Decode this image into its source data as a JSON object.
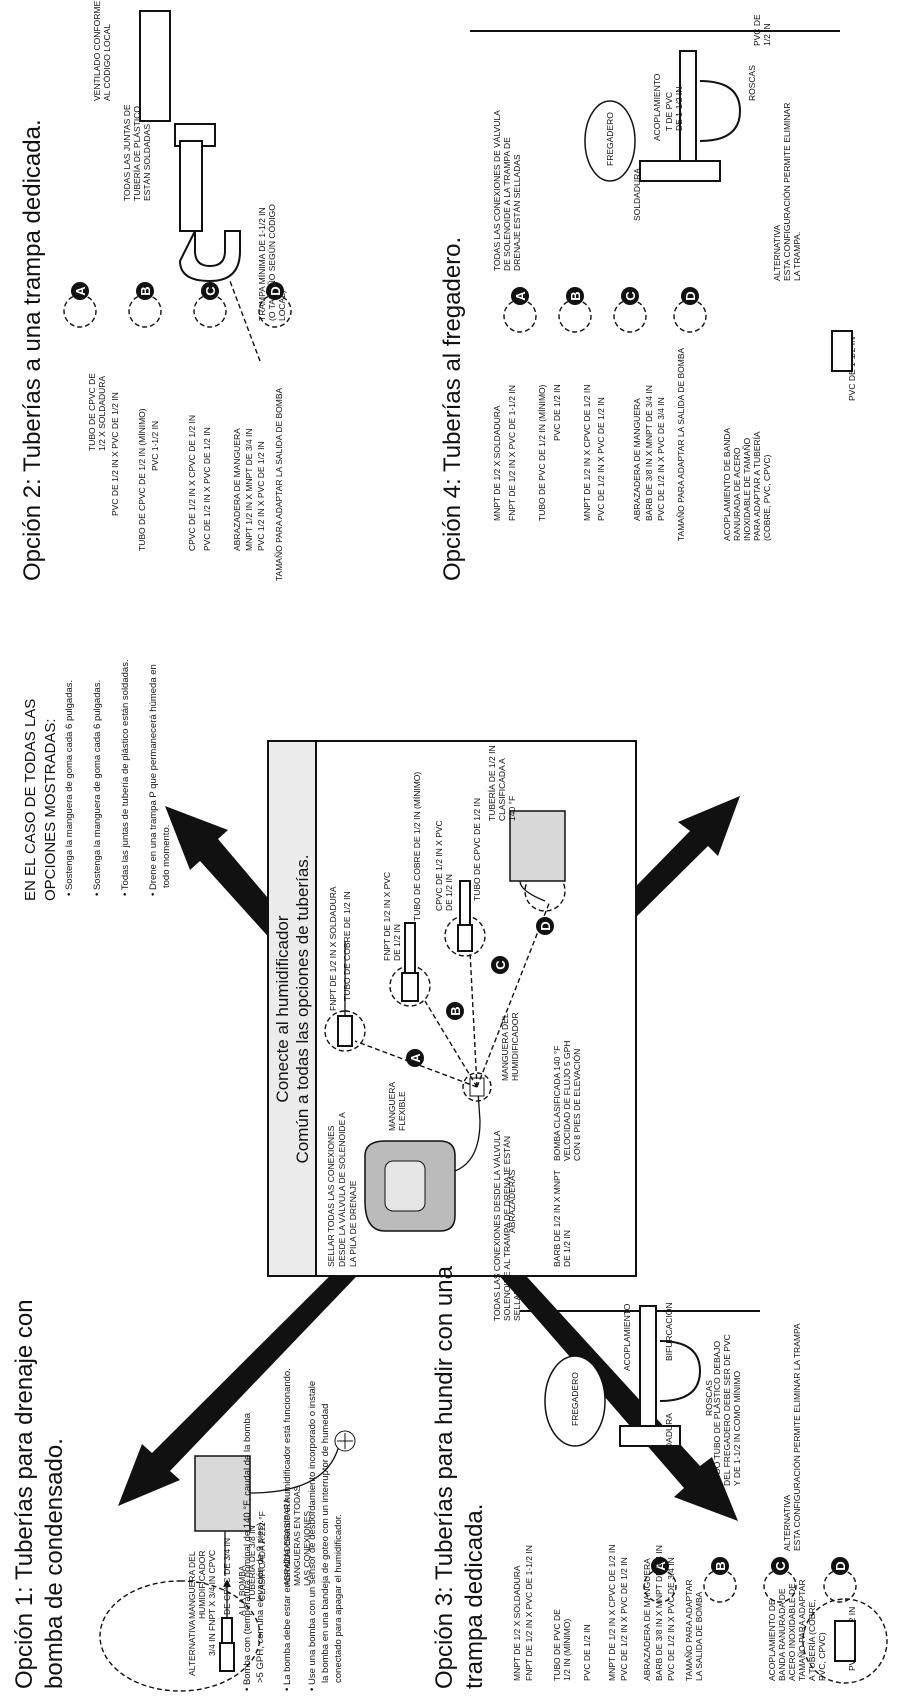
{
  "center": {
    "title_line1": "Conecte al humidificador",
    "title_line2": "Común a todas las opciones de tuberías.",
    "labels": {
      "sellar": [
        "SELLAR TODAS LAS CONEXIONES",
        "DESDE LA VÁLVULA DE SOLENOIDE A",
        "LA PILA DE DRENAJE"
      ],
      "manguera_flexible": [
        "MANGUERA",
        "FLEXIBLE"
      ],
      "abrazaderas": "ABRAZADERAS",
      "barb": [
        "BARB DE 1/2 IN X MNPT",
        "DE 1/2 IN"
      ],
      "bomba": [
        "BOMBA CLASIFICADA 140 °F",
        "VELOCIDAD DE FLUJO 5 GPH",
        "CON 8 PIES DE ELEVACIÓN"
      ],
      "manguera_hum": [
        "MANGUERA DEL",
        "HUMIDIFICADOR"
      ],
      "a1": "FNPT DE 1/2 IN X SOLDADURA",
      "a2": "TUBO DE COBRE DE 1/2 IN",
      "b1": [
        "FNPT DE 1/2 IN X PVC",
        "DE 1/2 IN"
      ],
      "b2": "TUBO DE COBRE DE 1/2 IN (MÍNIMO)",
      "c1": [
        "CPVC DE 1/2 IN X PVC",
        "DE 1/2 IN"
      ],
      "c2": "TUBO DE CPVC DE 1/2 IN",
      "d1": [
        "TUBERÍA DE 1/2 IN",
        "CLASIFICADA A",
        "140 °F"
      ]
    }
  },
  "notes": {
    "title_line1": "EN EL CASO DE TODAS LAS",
    "title_line2": "OPCIONES MOSTRADAS:",
    "bullets": [
      "Sostenga la manguera de goma cada 6 pulgadas.",
      "Sostenga la manguera de goma cada 6 pulgadas.",
      "Todas las juntas de tubería de plástico están soldadas.",
      "Drene en una trampa P que permanecerá húmeda en",
      "todo momento."
    ]
  },
  "option1": {
    "title_line1": "Opción 1: Tuberías para drenaje con",
    "title_line2": "bomba de condensado.",
    "labels": {
      "tuberia": [
        "TUBERÍA DE 3/8 IN",
        "CLASIFICADA A 212 °F"
      ],
      "manguera": [
        "MANGUERA DEL",
        "HUMIDIFICADOR"
      ],
      "alternativa": "ALTERNATIVA",
      "fnpt": "3/4 IN FNPT X 3/4 IN CPVC",
      "tubo": "TUBO DE CPVC DE 3/4 IN",
      "bomba": "A LA BOMBA",
      "abrazaderas": [
        "ABRAZADERAS PARA",
        "MANGUERAS EN TODAS",
        "LAS CONEXIONES"
      ]
    },
    "bullets": [
      "Bomba con (temperatura nominal de 140 °F, caudal de la bomba",
      ">5 GPH, con una elevación de 9 pies).",
      "La bomba debe estar encendida cuando el humidificador está funcionando.",
      "Use una bomba con un sensor de desbordamiento incorporado o instale",
      "la bomba en una bandeja de goteo con un interruptor de humedad",
      "conectado para apagar el humidificador."
    ]
  },
  "option2": {
    "title": "Opción 2: Tuberías a una trampa dedicada.",
    "labels": {
      "ventilado": [
        "VENTILADO CONFORME",
        "AL CÓDIGO LOCAL"
      ],
      "juntas": [
        "TODAS LAS JUNTAS DE",
        "TUBERÍA DE PLÁSTICO",
        "ESTÁN SOLDADAS"
      ],
      "trampa": [
        "TRAMPA MÍNIMA DE 1-1/2 IN",
        "(O TAMAÑO SEGÚN CÓDIGO",
        "LOCAL)"
      ],
      "a": [
        "TUBO DE CPVC DE",
        "1/2 X SOLDADURA"
      ],
      "a2": "PVC DE 1/2 IN X PVC DE 1/2 IN",
      "b": "TUBO DE CPVC DE 1/2 IN (MÍNIMO)",
      "b2": "PVC 1-1/2 IN",
      "c": "CPVC DE 1/2 IN X CPVC DE 1/2 IN",
      "c2": "PVC DE 1/2 IN X PVC DE 1/2 IN",
      "d1": "ABRAZADERA DE MANGUERA",
      "d2": "MNPT 1/2 IN X MNPT DE 3/4 IN",
      "d3": "PVC 1/2 IN X PVC DE 1/2 IN",
      "d4": "TAMAÑO PARA ADAPTAR LA SALIDA DE BOMBA"
    }
  },
  "option3": {
    "title_line1": "Opción 3: Tuberías para hundir con una",
    "title_line2": "trampa dedicada.",
    "labels": {
      "conexiones": [
        "TODAS LAS CONEXIONES DESDE LA VÁLVULA",
        "SOLENOIDE AL TRAMPA DE DRENAJE ESTÁN",
        "SELLADAS"
      ],
      "fregadero": "FREGADERO",
      "acoplamiento": "ACOPLAMIENTO",
      "soldadura": "SOLDADURA",
      "bifurcacion": "BIFURCACIÓN",
      "roscas": "ROSCAS",
      "todo_tubo": [
        "TODO TUBO DE PLÁSTICO DEBAJO",
        "DEL FREGADERO DEBE SER DE PVC",
        "Y DE 1-1/2 IN COMO MÍNIMO"
      ],
      "alternativa": [
        "ALTERNATIVA",
        "ESTA CONFIGURACIÓN PERMITE ELIMINAR LA TRAMPA"
      ],
      "pvc112": "PVC DE 1-1/2 IN",
      "a1": "MNPT DE 1/2 X SOLDADURA",
      "a2": "FNPT DE 1/2 IN X PVC DE 1-1/2 IN",
      "b1": [
        "TUBO DE PVC DE",
        "1/2 IN (MÍNIMO)"
      ],
      "b2": "PVC DE 1/2 IN",
      "c1": "MNPT DE 1/2 IN X CPVC DE 1/2 IN",
      "c2": "PVC DE 1/2 IN X PVC DE 1/2 IN",
      "d1": "ABRAZADERA DE MANGUERA",
      "d2": "BARB DE 3/8 IN X MNPT DE 3/4 IN",
      "d3": "PVC DE 1/2 IN X PVC DE 3/4 IN",
      "d4": [
        "TAMAÑO PARA ADAPTAR",
        "LA SALIDA DE BOMBA"
      ],
      "acople": [
        "ACOPLAMIENTO DE",
        "BANDA RANURADA DE",
        "ACERO INOXIDABLE DE",
        "TAMAÑO PARA ADAPTAR",
        "A TUBERÍA (COBRE,",
        "PVC, CPVC)"
      ]
    }
  },
  "option4": {
    "title": "Opción 4: Tuberías al fregadero.",
    "labels": {
      "conexiones": [
        "TODAS LAS CONEXIONES DE VÁLVULA",
        "DE SOLENOIDE A LA TRAMPA DE",
        "DRENAJE ESTÁN SELLADAS"
      ],
      "fregadero": "FREGADERO",
      "soldadura": "SOLDADURA",
      "acoplamiento": "ACOPLAMIENTO",
      "t_pvc": [
        "T DE PVC",
        "DE 1-1/2 IN"
      ],
      "pvc12": [
        "PVC DE",
        "1/2 IN"
      ],
      "roscas": "ROSCAS",
      "alternativa": [
        "ALTERNATIVA",
        "ESTA CONFIGURACIÓN PERMITE ELIMINAR",
        "LA TRAMPA."
      ],
      "pvc112": "PVC DE 1-1/2 IN",
      "a1": "MNPT DE 1/2 X SOLDADURA",
      "a2": "FNPT DE 1/2 IN X PVC DE 1-1/2 IN",
      "b1": "TUBO DE PVC DE 1/2 IN (MÍNIMO)",
      "b2": "PVC DE 1/2 IN",
      "c1": "MNPT DE 1/2 IN X CPVC DE 1/2 IN",
      "c2": "PVC DE 1/2 IN X PVC DE 1/2 IN",
      "d1": "ABRAZADERA DE MANGUERA",
      "d2": "BARB DE 3/8 IN X MNPT DE 3/4 IN",
      "d3": "PVC DE 1/2 IN X PVC DE 3/4 IN",
      "d4": "TAMAÑO PARA ADAPTAR LA SALIDA DE BOMBA",
      "acople": [
        "ACOPLAMIENTO DE BANDA",
        "RANURADA DE ACERO",
        "INOXIDABLE DE TAMAÑO",
        "PARA ADAPTAR A TUBERÍA",
        "(COBRE, PVC, CPVC)"
      ]
    }
  },
  "callouts": [
    "A",
    "B",
    "C",
    "D"
  ]
}
